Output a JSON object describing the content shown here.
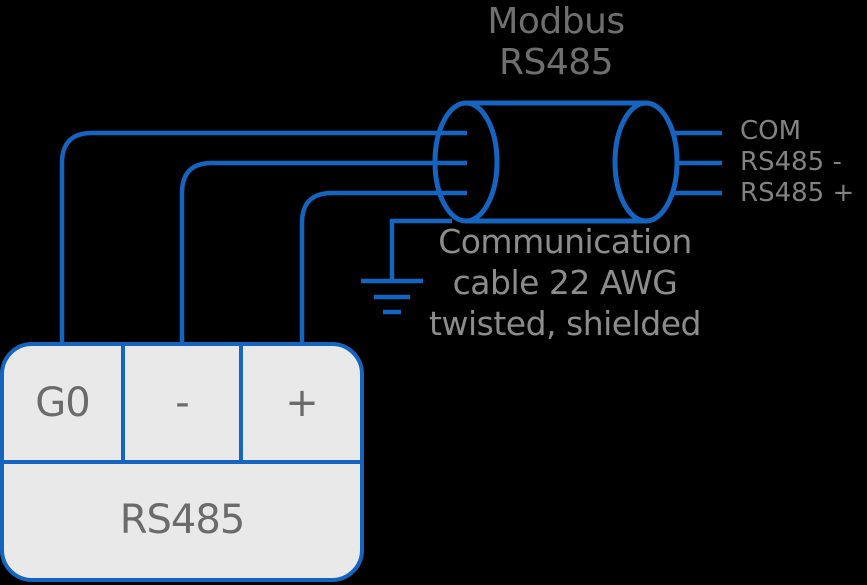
{
  "colors": {
    "wire_blue": "#1565c0",
    "terminal_block_fill": "#e9e9e9",
    "title_text": "#6f6f6f",
    "note_text": "#8c8c8c",
    "conductor_label_text": "#828282",
    "terminal_label_text": "#6b6b6b",
    "background": "#000000"
  },
  "title": {
    "line1": "Modbus",
    "line2": "RS485"
  },
  "cable": {
    "conductors": [
      {
        "label": "COM"
      },
      {
        "label": "RS485 -"
      },
      {
        "label": "RS485 +"
      }
    ],
    "note": {
      "line1": "Communication",
      "line2": "cable 22 AWG",
      "line3": "twisted, shielded"
    },
    "icons": {
      "ground": "earth-ground-symbol",
      "shield": "cable-cylinder"
    }
  },
  "terminal_block": {
    "terminals": [
      {
        "label": "G0"
      },
      {
        "label": "-"
      },
      {
        "label": "+"
      }
    ],
    "port_name": "RS485"
  }
}
